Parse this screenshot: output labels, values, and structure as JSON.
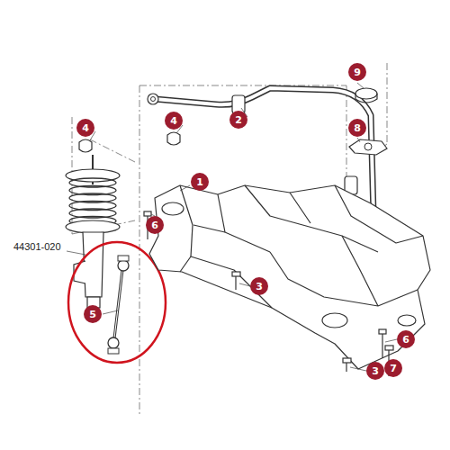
{
  "diagram": {
    "nodes": [
      {
        "text": [
          "9"
        ]
      },
      {
        "text": [
          "4"
        ]
      },
      {
        "text": [
          "4"
        ]
      },
      {
        "text": [
          "2"
        ]
      },
      {
        "text": [
          "8"
        ]
      },
      {
        "text": [
          "1"
        ]
      },
      {
        "text": [
          "6"
        ]
      },
      {
        "text": [
          "3"
        ]
      },
      {
        "text": [
          "5"
        ]
      },
      {
        "text": [
          "6"
        ]
      },
      {
        "text": [
          "7"
        ]
      },
      {
        "text": [
          "3"
        ]
      }
    ],
    "labels": [
      "44301-020"
    ]
  }
}
